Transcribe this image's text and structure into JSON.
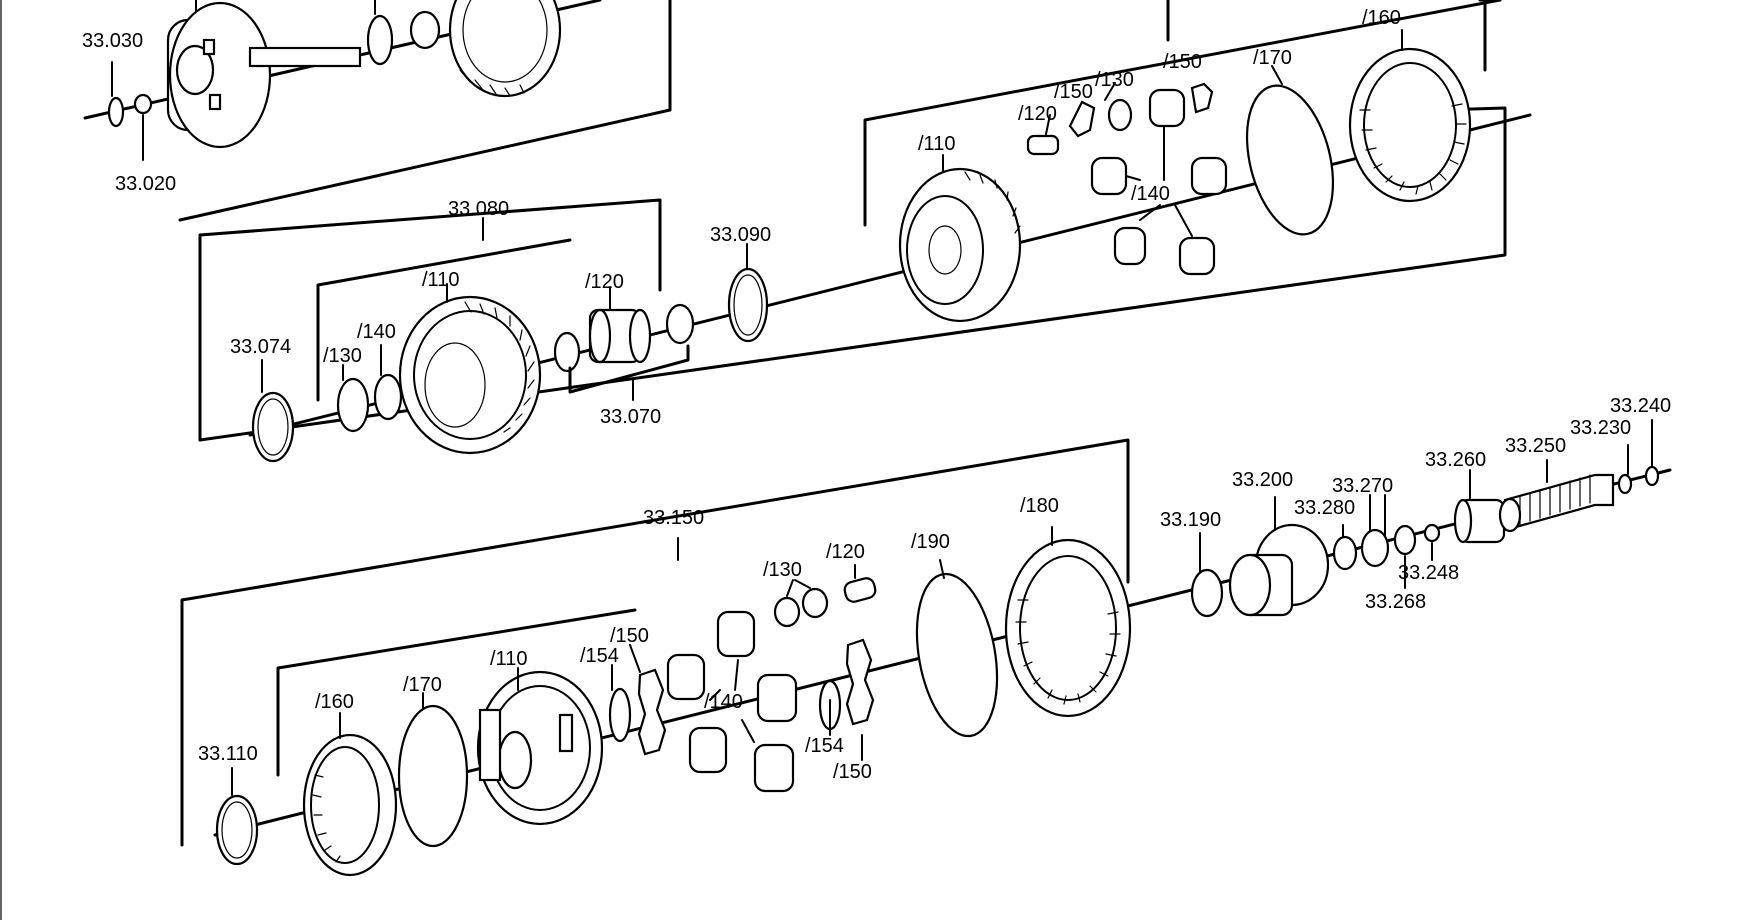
{
  "diagram": {
    "labels": {
      "l33030": "33.030",
      "l33020": "33.020",
      "l33080": "33.080",
      "l33074": "33.074",
      "l33080_130": "/130",
      "l33080_140": "/140",
      "l33080_110": "/110",
      "l33080_120": "/120",
      "l33070": "33.070",
      "l33090": "33.090",
      "u110": "/110",
      "u120": "/120",
      "u150a": "/150",
      "u130": "/130",
      "u150b": "/150",
      "u140": "/140",
      "u170": "/170",
      "u160": "/160",
      "l33150": "33.150",
      "l33110": "33.110",
      "b160": "/160",
      "b170": "/170",
      "b110": "/110",
      "b154a": "/154",
      "b150a": "/150",
      "b140": "/140",
      "b130": "/130",
      "b120": "/120",
      "b154b": "/154",
      "b150b": "/150",
      "b190": "/190",
      "b180": "/180",
      "l33190": "33.190",
      "l33200": "33.200",
      "l33280": "33.280",
      "l33270": "33.270",
      "l33268": "33.268",
      "l33248": "33.248",
      "l33260": "33.260",
      "l33250": "33.250",
      "l33230": "33.230",
      "l33240": "33.240"
    }
  }
}
